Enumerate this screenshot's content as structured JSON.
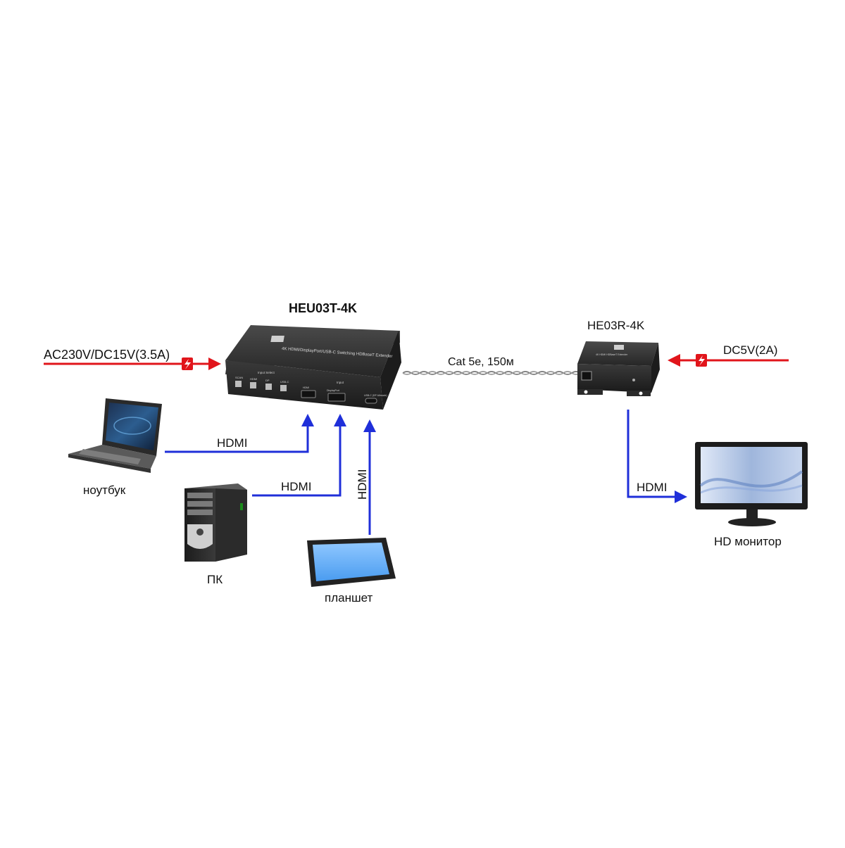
{
  "transmitter": {
    "title": "HEU03T-4K",
    "power_label": "AC230V/DC15V(3.5A)",
    "panel_text": "4K HDMI/DisplayPort/USB-C Switching HDBaseT Extender",
    "button_labels": [
      "SCAN",
      "HDMI",
      "DP",
      "USB-C"
    ],
    "input_select_label": "Input Select",
    "input_group_label": "Input",
    "port_labels": [
      "HDMI",
      "DisplayPort",
      "USB-C (DP Altmode)"
    ]
  },
  "receiver": {
    "title": "HE03R-4K",
    "power_label": "DC5V(2A)",
    "panel_text": "4K HDMI HDBaseT Extender"
  },
  "cable": {
    "label": "Cat 5e, 150м"
  },
  "sources": {
    "laptop": {
      "caption": "ноутбук",
      "link_label": "HDMI"
    },
    "pc": {
      "caption": "ПК",
      "link_label": "HDMI"
    },
    "tablet": {
      "caption": "планшет",
      "link_label": "HDMI"
    }
  },
  "sink": {
    "caption": "HD монитор",
    "link_label": "HDMI"
  },
  "colors": {
    "hdmi_line": "#1f2fd9",
    "power_line": "#e1151b",
    "device_body": "#2b2b2b"
  }
}
